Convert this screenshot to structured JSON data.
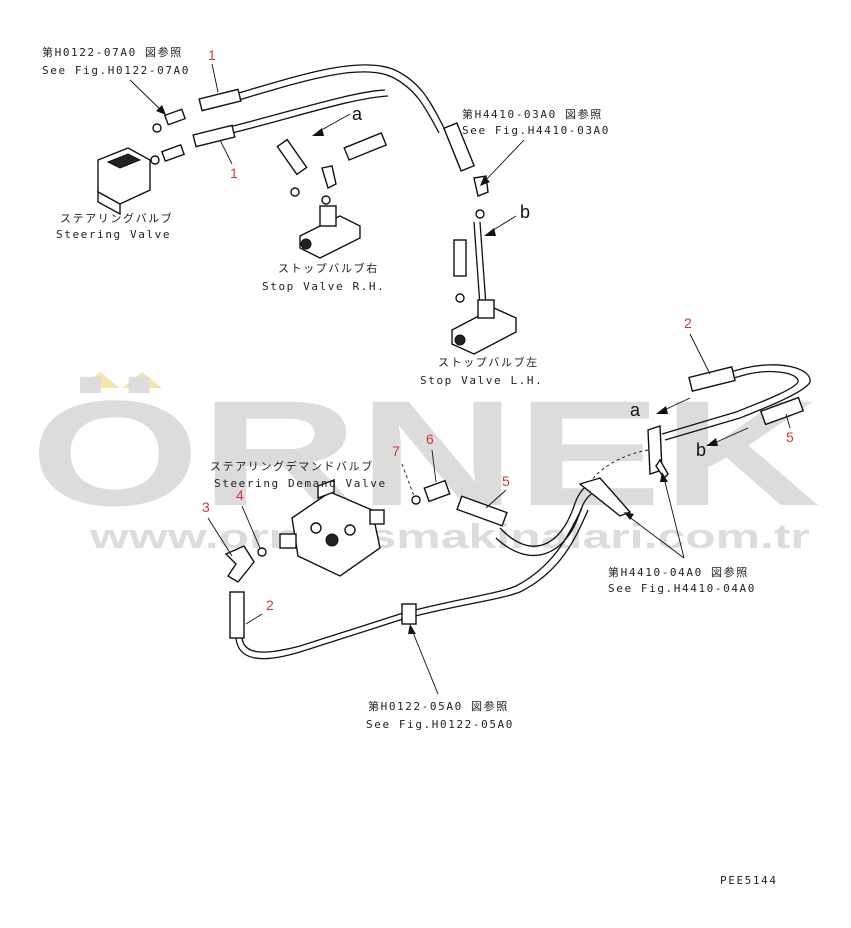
{
  "watermark": {
    "brand": "ÖRNEK",
    "url": "www.ornekismakinalari.com.tr",
    "color": "#dcdcdc",
    "accent_color": "#f3e6a8"
  },
  "references": [
    {
      "jp": "第H0122-07A0 図参照",
      "en": "See Fig.H0122-07A0"
    },
    {
      "jp": "第H4410-03A0 図参照",
      "en": "See Fig.H4410-03A0"
    },
    {
      "jp": "第H4410-04A0 図参照",
      "en": "See Fig.H4410-04A0"
    },
    {
      "jp": "第H0122-05A0 図参照",
      "en": "See Fig.H0122-05A0"
    }
  ],
  "components": [
    {
      "jp": "ステアリングバルブ",
      "en": "Steering Valve"
    },
    {
      "jp": "ストップバルブ右",
      "en": "Stop Valve R.H."
    },
    {
      "jp": "ストップバルブ左",
      "en": "Stop Valve L.H."
    },
    {
      "jp": "ステアリングデマンドバルブ",
      "en": "Steering Demand Valve"
    }
  ],
  "callouts": {
    "part_1_upper": "1",
    "part_1_lower": "1",
    "part_2_right": "2",
    "part_2_left": "2",
    "part_3": "3",
    "part_4": "4",
    "part_5_center": "5",
    "part_5_right": "5",
    "part_6": "6",
    "part_7": "7",
    "letter_a_top": "a",
    "letter_b_top": "b",
    "letter_a_right": "a",
    "letter_b_right": "b"
  },
  "drawing_code": "PEE5144",
  "colors": {
    "callout": "#d13a2e",
    "line": "#111111"
  }
}
